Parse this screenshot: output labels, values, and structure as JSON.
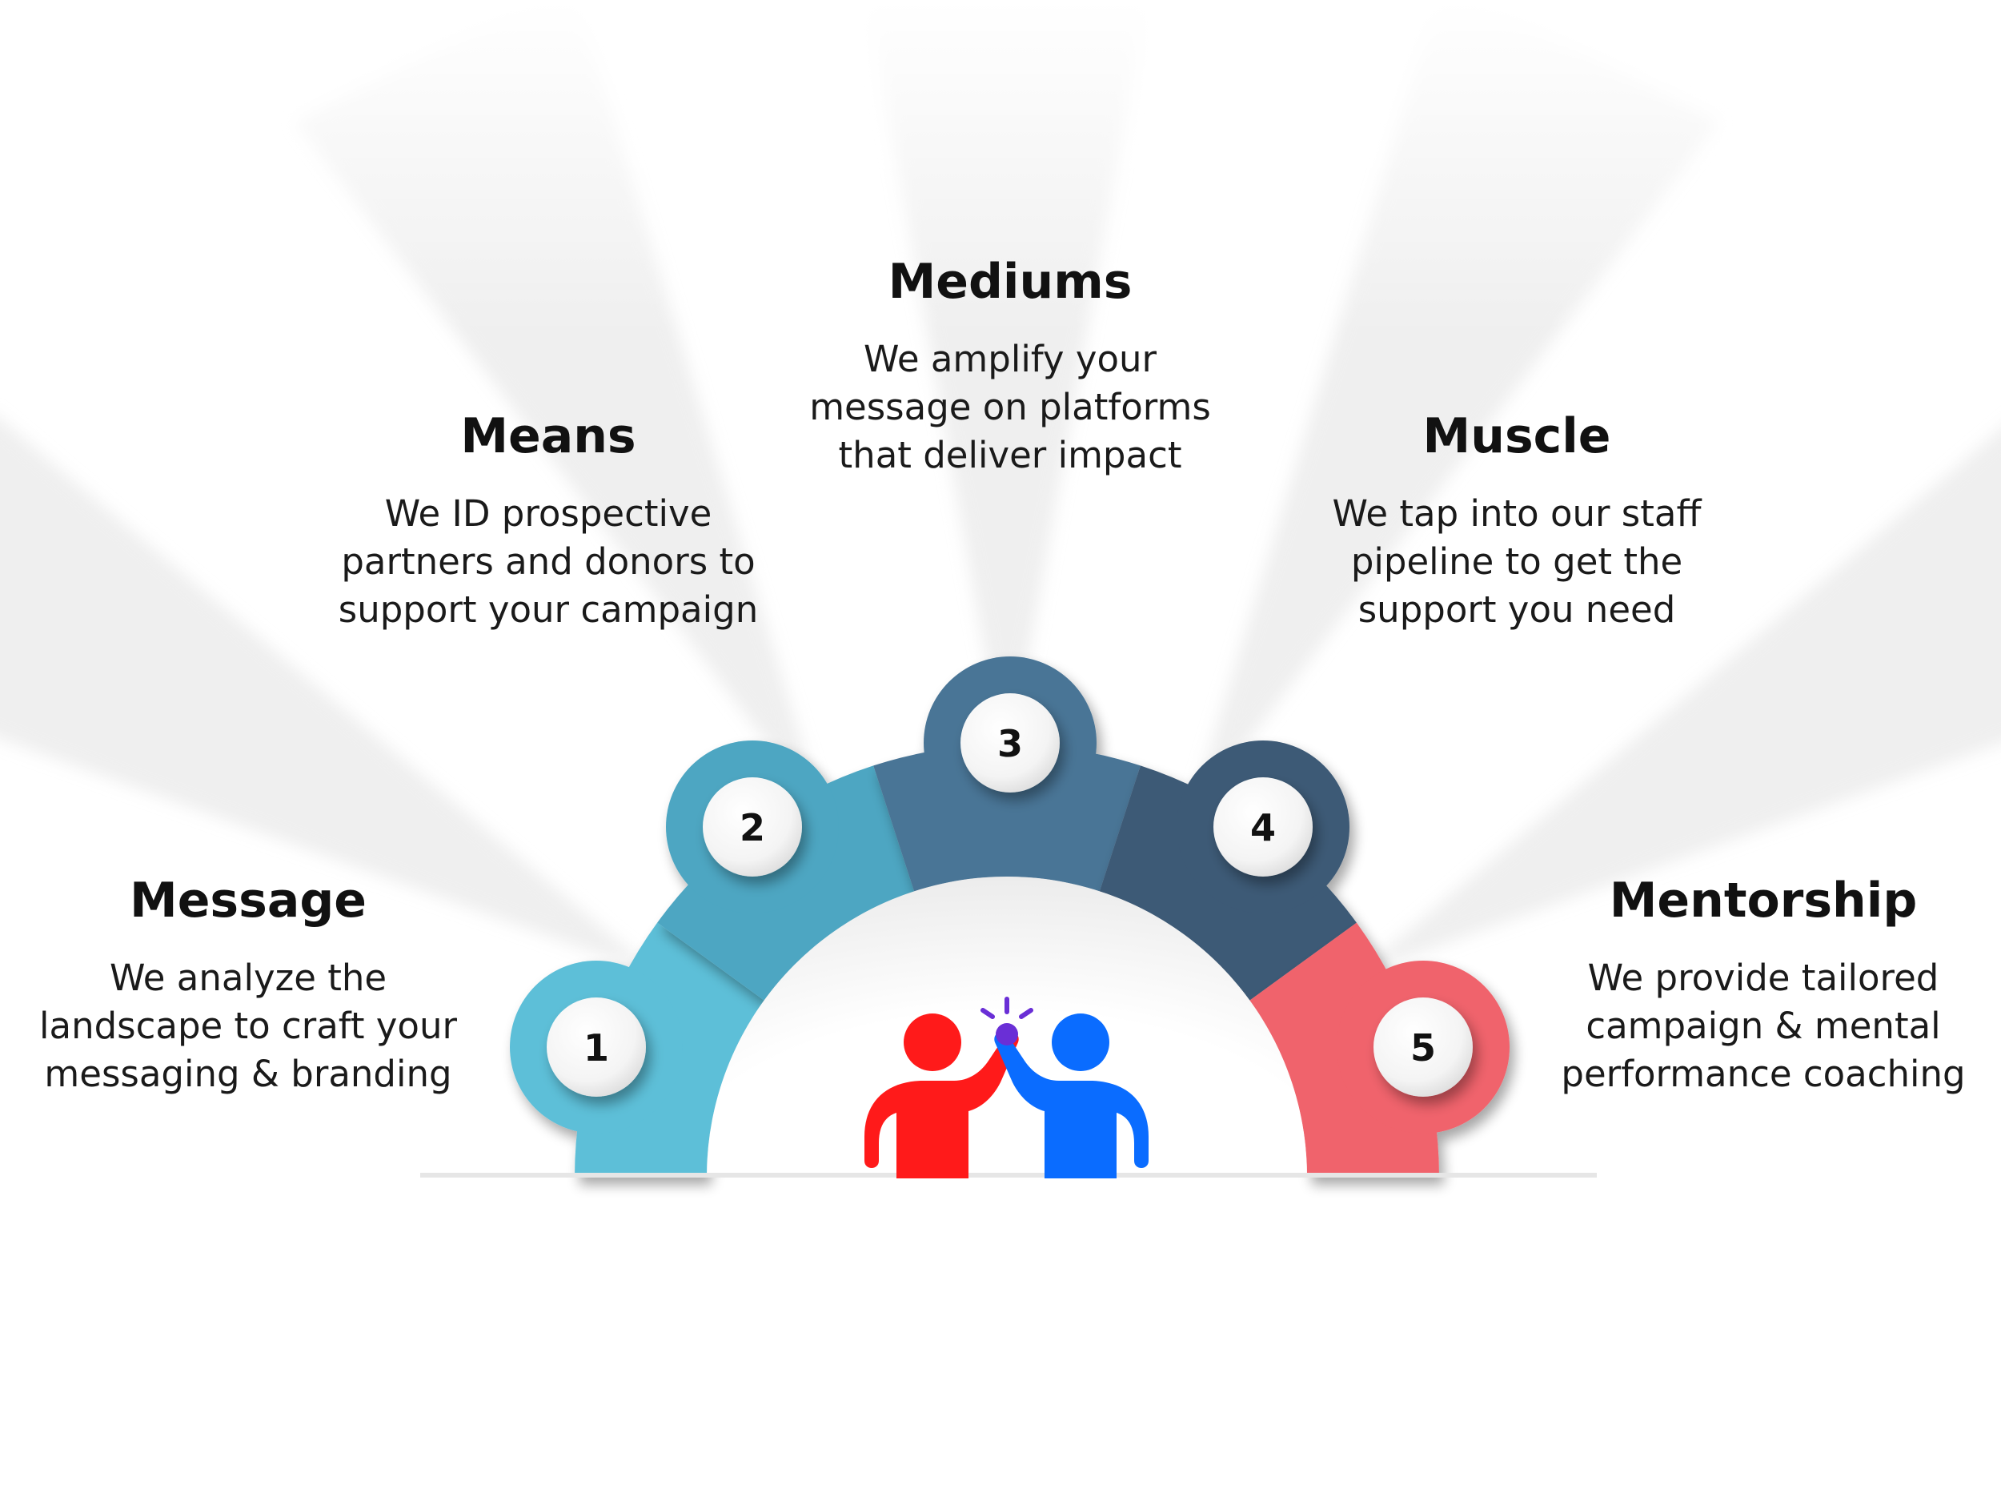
{
  "steps": [
    {
      "number": "1",
      "title": "Message",
      "desc": [
        "We analyze the",
        "landscape to craft your",
        "messaging & branding"
      ],
      "color": "#5dbfd8"
    },
    {
      "number": "2",
      "title": "Means",
      "desc": [
        "We ID prospective",
        "partners and donors to",
        "support your campaign"
      ],
      "color": "#4da6c2"
    },
    {
      "number": "3",
      "title": "Mediums",
      "desc": [
        "We amplify your",
        "message on platforms",
        "that deliver impact"
      ],
      "color": "#4a7596"
    },
    {
      "number": "4",
      "title": "Muscle",
      "desc": [
        "We tap into our staff",
        "pipeline to get the",
        "support you need"
      ],
      "color": "#3e5a76"
    },
    {
      "number": "5",
      "title": "Mentorship",
      "desc": [
        "We provide tailored",
        "campaign & mental",
        "performance coaching"
      ],
      "color": "#f0636c"
    }
  ],
  "icons": {
    "center": "high-five-people-icon",
    "left_person_color": "#ff1a1a",
    "right_person_color": "#0a6cff",
    "spark_color": "#6a2fd6"
  }
}
